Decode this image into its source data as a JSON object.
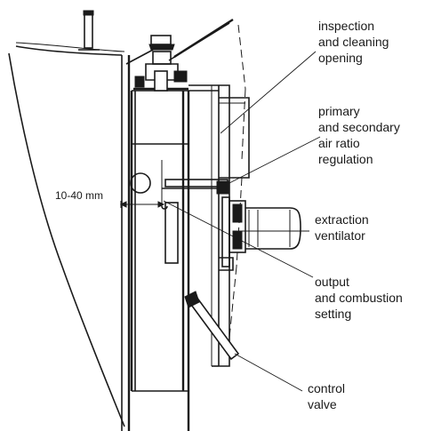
{
  "labels": {
    "inspection": [
      "inspection",
      "and cleaning",
      "opening"
    ],
    "air_ratio": [
      "primary",
      "and secondary",
      "air ratio",
      "regulation"
    ],
    "ventilator": [
      "extraction",
      "ventilator"
    ],
    "output": [
      "output",
      "and combustion",
      "setting"
    ],
    "control": [
      "control",
      "valve"
    ]
  },
  "dimension": {
    "text": "10-40 mm"
  }
}
